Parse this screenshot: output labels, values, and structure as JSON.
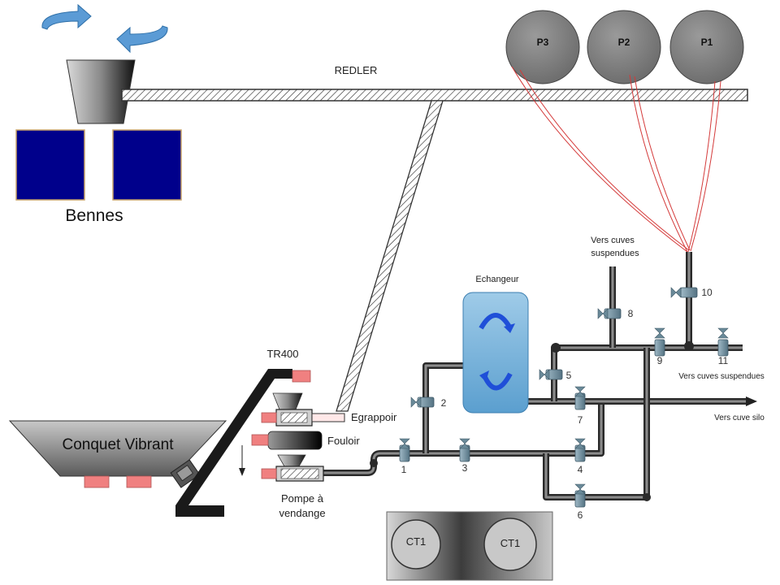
{
  "labels": {
    "redler": "REDLER",
    "bennes": "Bennes",
    "conquet": "Conquet Vibrant",
    "tr400": "TR400",
    "egrappoir": "Egrappoir",
    "fouloir": "Fouloir",
    "pompe_1": "Pompe à",
    "pompe_2": "vendange",
    "echangeur": "Echangeur",
    "vers_susp_1": "Vers cuves",
    "vers_susp_2": "suspendues",
    "vers_susp_right": "Vers cuves suspendues",
    "vers_silo": "Vers cuve silo"
  },
  "presses": [
    "P3",
    "P2",
    "P1"
  ],
  "tanks": [
    "CT1",
    "CT1"
  ],
  "valves": [
    "1",
    "2",
    "3",
    "4",
    "5",
    "6",
    "7",
    "8",
    "9",
    "10",
    "11"
  ],
  "colors": {
    "benne": "#00008b",
    "pink": "#f08080",
    "press": "#7f7f7f",
    "echangeur": "#6aaed6",
    "arrow": "#1f4fd8",
    "rotate": "#4a8cc8",
    "red_line": "#d43a3a",
    "valve": "#6a8a99"
  }
}
